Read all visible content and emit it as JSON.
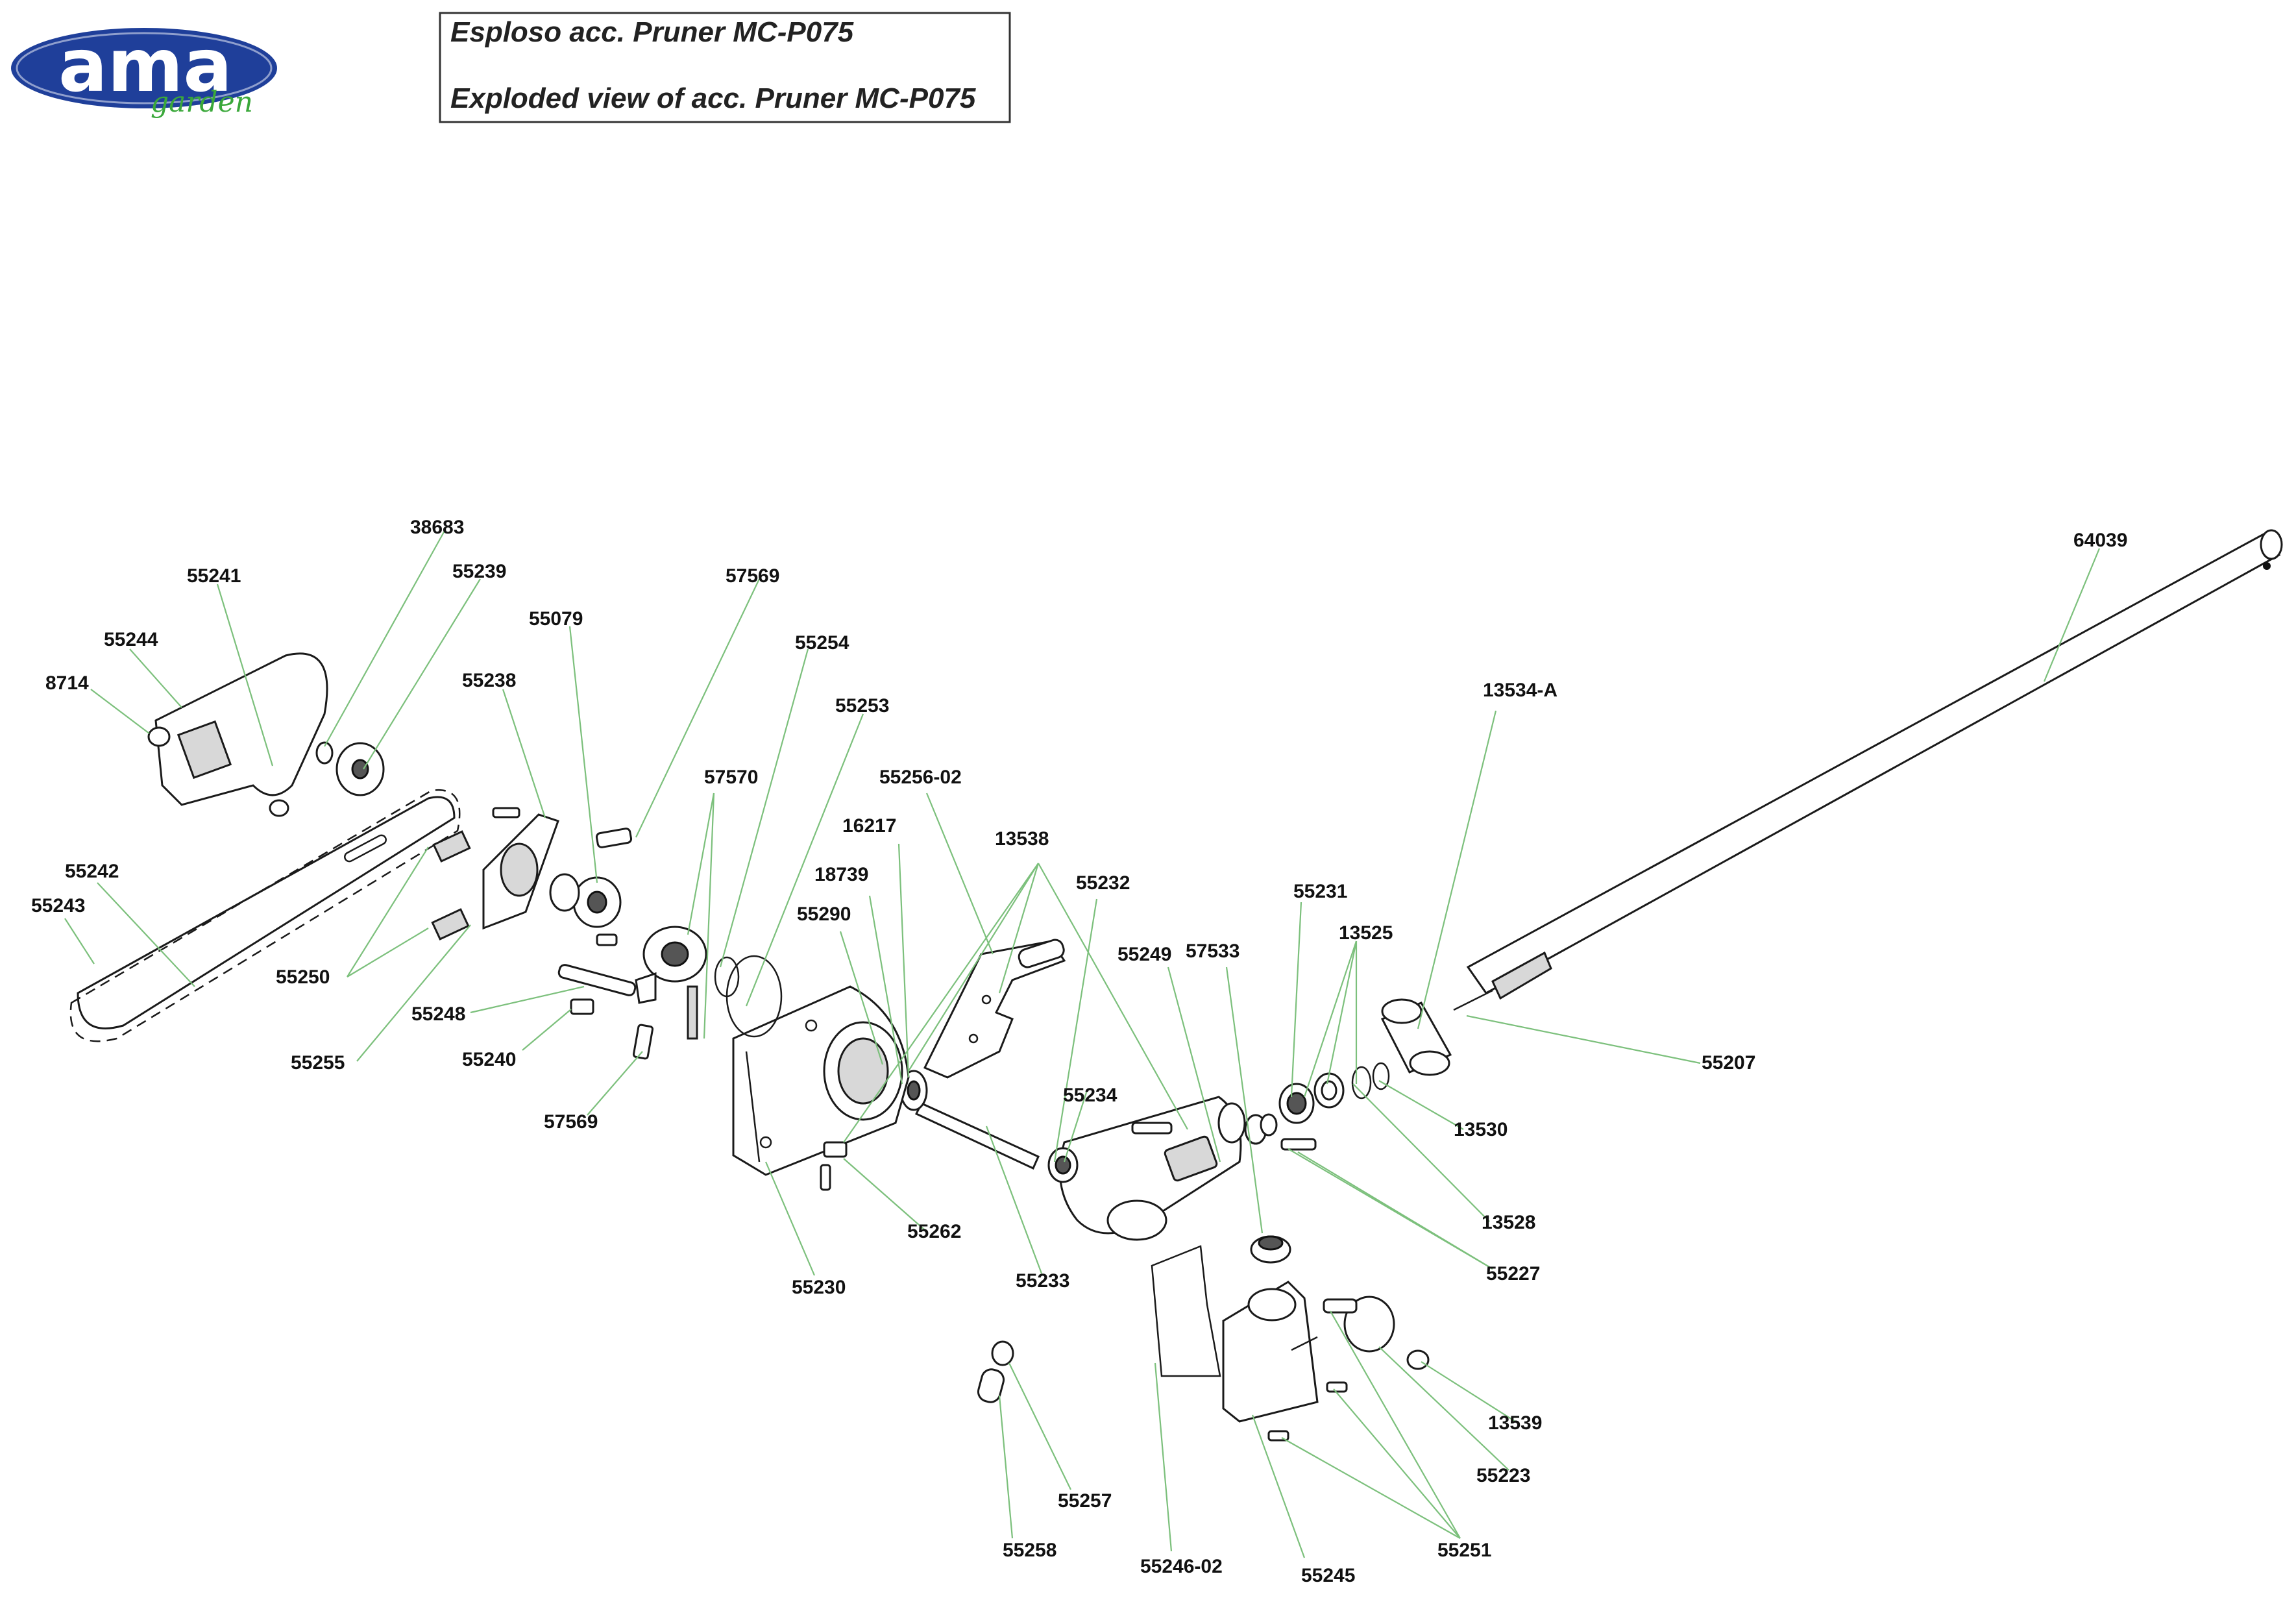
{
  "logo": {
    "brand": "ama",
    "sub": "garden",
    "colors": {
      "oval": "#1f3f9a",
      "sub": "#3aa83a"
    }
  },
  "title": {
    "line1": "Esploso acc. Pruner MC-P075",
    "line2": "Exploded view of acc. Pruner MC-P075"
  },
  "labels": {
    "l38683": "38683",
    "l55241": "55241",
    "l55239": "55239",
    "l57569a": "57569",
    "l55079": "55079",
    "l55254": "55254",
    "l55244": "55244",
    "l8714": "8714",
    "l55238": "55238",
    "l55253": "55253",
    "l57570": "57570",
    "l5525602": "55256-02",
    "l16217": "16217",
    "l13538": "13538",
    "l18739": "18739",
    "l55232": "55232",
    "l55290": "55290",
    "l55231": "55231",
    "l55242": "55242",
    "l55243": "55243",
    "l13525": "13525",
    "l55249": "55249",
    "l57533": "57533",
    "l55250": "55250",
    "l55248": "55248",
    "l55255": "55255",
    "l55240": "55240",
    "l57569b": "57569",
    "l55234": "55234",
    "l64039": "64039",
    "l13534A": "13534-A",
    "l55207": "55207",
    "l13530": "13530",
    "l13528": "13528",
    "l55227": "55227",
    "l55262": "55262",
    "l55230": "55230",
    "l55233": "55233",
    "l13539": "13539",
    "l55223": "55223",
    "l55257": "55257",
    "l55258": "55258",
    "l5524602": "55246-02",
    "l55245": "55245",
    "l55251": "55251"
  },
  "colors": {
    "leader": "#7cc07c",
    "leader_dot": "#2f8a2f",
    "line": "#1a1a1a"
  }
}
